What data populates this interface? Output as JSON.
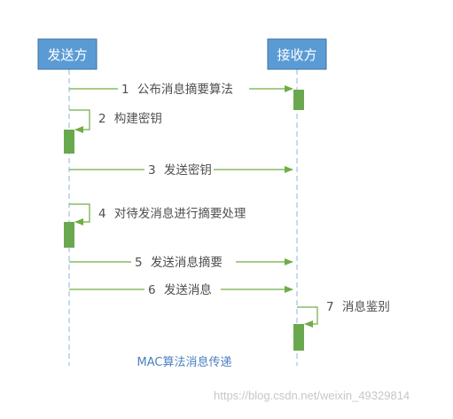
{
  "actors": {
    "sender": "发送方",
    "receiver": "接收方"
  },
  "messages": [
    {
      "num": "1",
      "label": "公布消息摘要算法"
    },
    {
      "num": "2",
      "label": "构建密钥"
    },
    {
      "num": "3",
      "label": "发送密钥"
    },
    {
      "num": "4",
      "label": "对待发消息进行摘要处理"
    },
    {
      "num": "5",
      "label": "发送消息摘要"
    },
    {
      "num": "6",
      "label": "发送消息"
    },
    {
      "num": "7",
      "label": "消息鉴别"
    }
  ],
  "caption": "MAC算法消息传递",
  "watermark": "https://blog.csdn.net/weixin_49329814",
  "colors": {
    "actor_fill": "#5b9bd5",
    "lifeline": "#9dc3e6",
    "arrow": "#70ad47",
    "activation": "#6aa84f",
    "caption": "#4a7fc1"
  }
}
